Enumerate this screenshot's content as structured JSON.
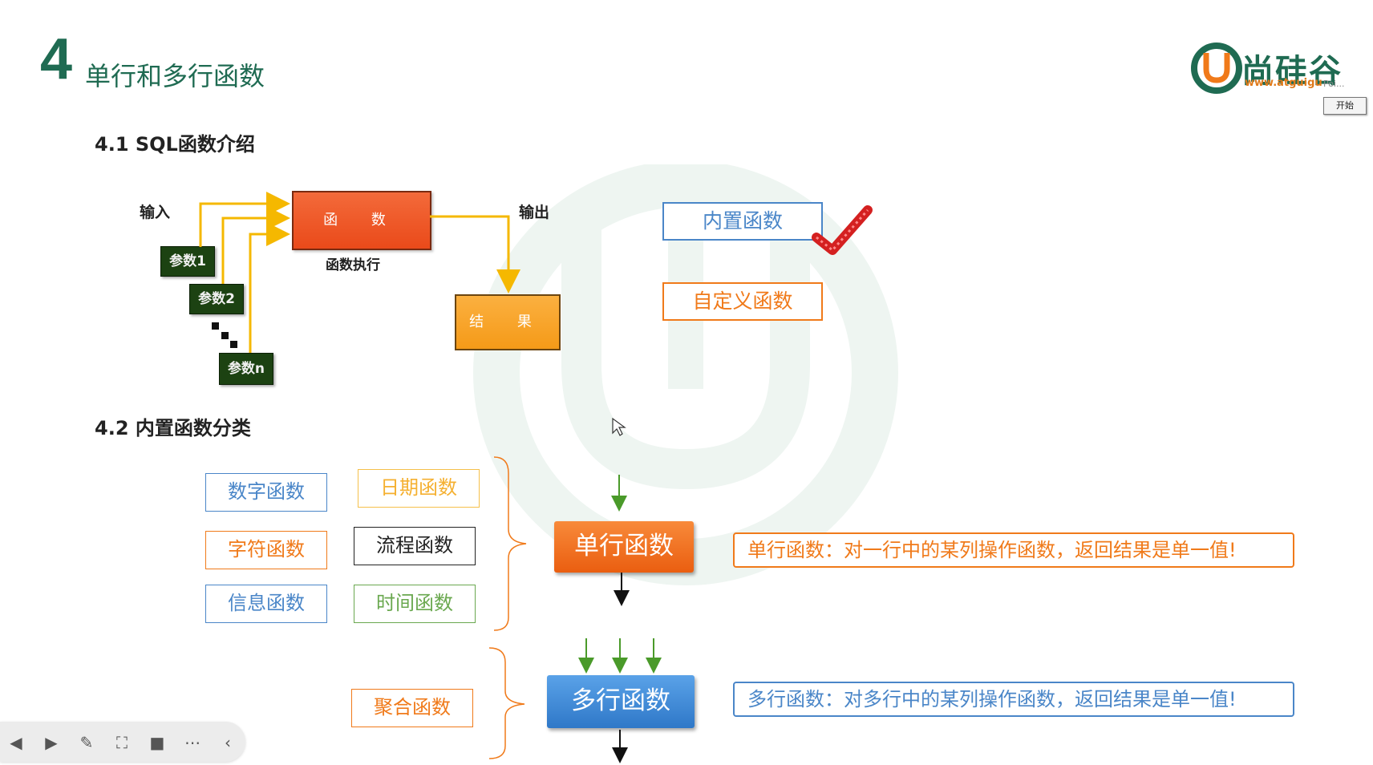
{
  "header": {
    "number": "4",
    "title": "单行和多行函数"
  },
  "logo": {
    "brand": "尚硅谷",
    "url": "www.atguigu",
    "popup_mini": "Poi...",
    "popup_button": "开始"
  },
  "section1": {
    "heading": "4.1 SQL函数介绍",
    "input_label": "输入",
    "output_label": "输出",
    "params": [
      "参数1",
      "参数2",
      "参数n"
    ],
    "function_box": "函 数",
    "function_caption": "函数执行",
    "result_box": "结 果",
    "builtin": "内置函数",
    "custom": "自定义函数"
  },
  "section2": {
    "heading": "4.2 内置函数分类",
    "categories": [
      "数字函数",
      "日期函数",
      "字符函数",
      "流程函数",
      "信息函数",
      "时间函数"
    ],
    "aggregate": "聚合函数",
    "single_row": "单行函数",
    "multi_row": "多行函数",
    "single_desc": "单行函数：对一行中的某列操作函数，返回结果是单一值!",
    "multi_desc": "多行函数：对多行中的某列操作函数，返回结果是单一值!"
  },
  "colors": {
    "green": "#1f6b52",
    "orange": "#f07a1a",
    "blue": "#4a86c8"
  },
  "icons": [
    "rewind-icon",
    "play-icon",
    "pen-icon",
    "screenshot-icon",
    "camera-icon",
    "more-icon",
    "collapse-icon"
  ]
}
